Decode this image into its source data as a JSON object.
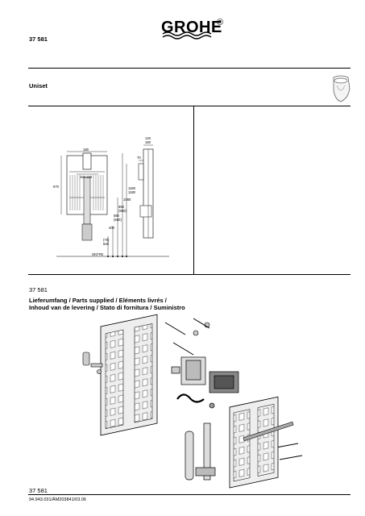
{
  "header": {
    "article_number": "37 581",
    "brand": "GROHE",
    "registered_mark": "®"
  },
  "product": {
    "name": "Uniset"
  },
  "diagram": {
    "dims": {
      "d1": "120",
      "d1b": "160",
      "d2": "70",
      "d3": "180",
      "d4": "150-220",
      "d5": "670",
      "d6": "1160",
      "d7": "1180",
      "d8": "1080",
      "d9": "850",
      "d10": "(900)",
      "d11": "580",
      "d12": "(560)",
      "d13": "400",
      "d14": "(70)",
      "d15": "540",
      "floor": "OKFFB"
    }
  },
  "parts_section": {
    "article_number": "37 581",
    "heading_line1": "Lieferumfang / Parts supplied / Eléments livrés /",
    "heading_line2": "Inhoud van de levering / Stato di fornitura / Suministro"
  },
  "footer": {
    "article_number": "37 581",
    "doc_code": "94.943.031/ÄM203841/03.06"
  }
}
